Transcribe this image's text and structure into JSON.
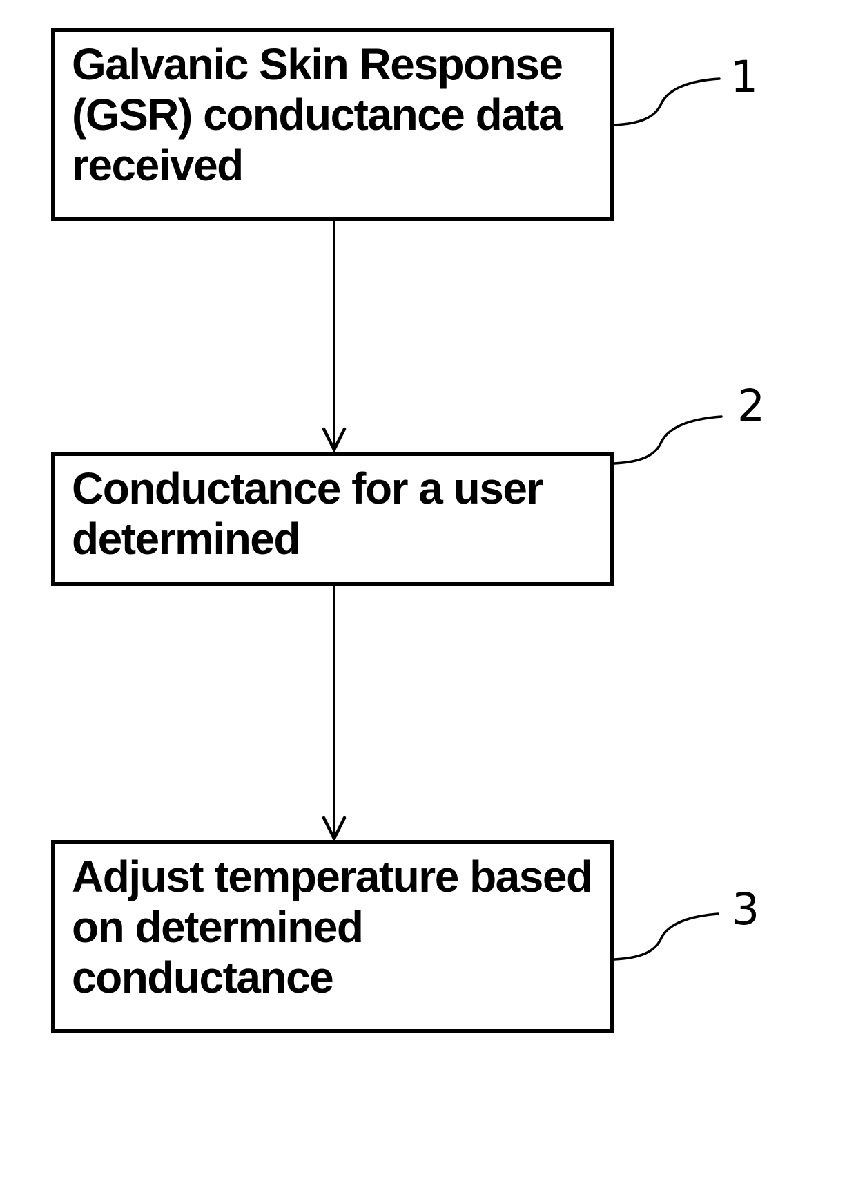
{
  "figure": {
    "colors": {
      "background": "#ffffff",
      "ink": "#000000"
    },
    "steps": [
      {
        "ref": "1",
        "text": "Galvanic Skin Response\n(GSR) conductance data\nreceived"
      },
      {
        "ref": "2",
        "text": "Conductance for a user\ndetermined"
      },
      {
        "ref": "3",
        "text": "Adjust temperature based\non determined\nconductance"
      }
    ],
    "connectors": [
      {
        "from": "step-1",
        "to": "step-2",
        "type": "arrow-down"
      },
      {
        "from": "step-2",
        "to": "step-3",
        "type": "arrow-down"
      }
    ]
  }
}
